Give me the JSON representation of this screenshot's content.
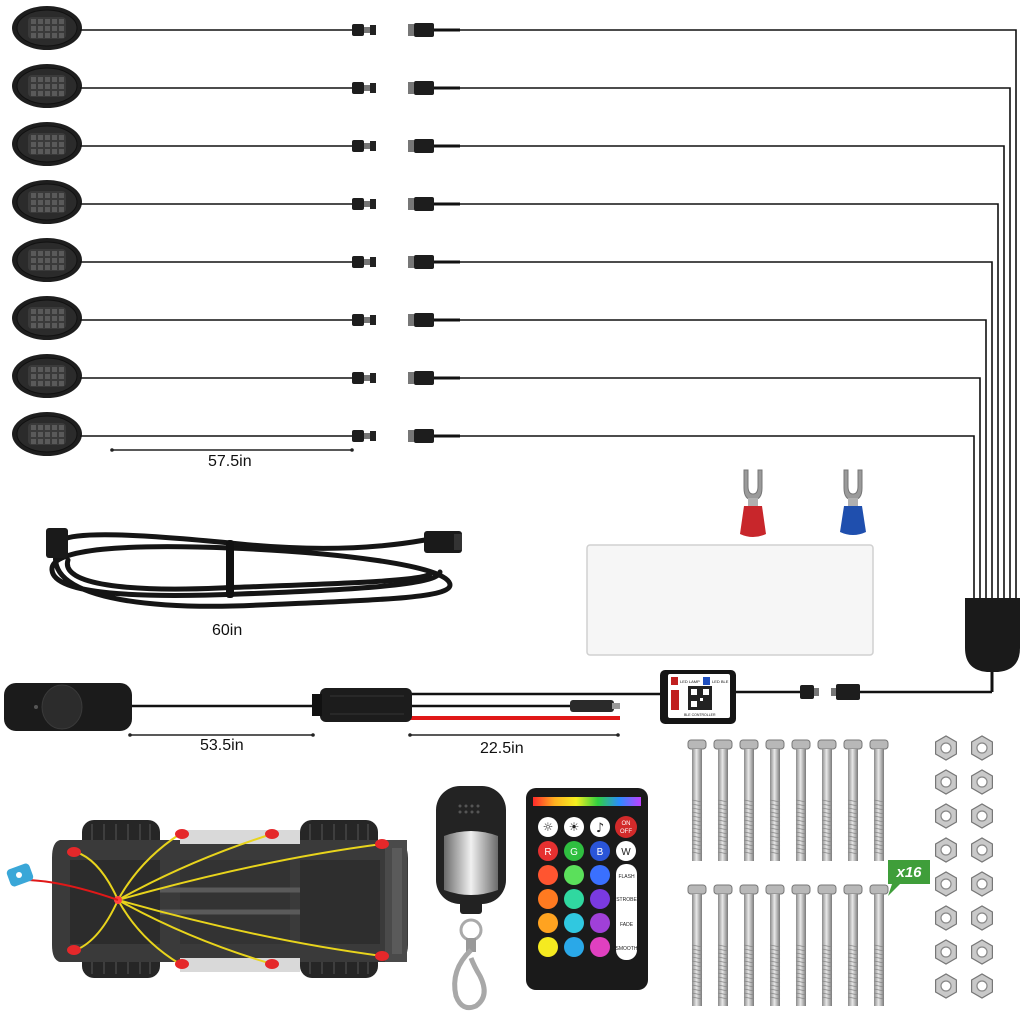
{
  "labels": {
    "pod_cable_length": "57.5in",
    "extension_cable_length": "60in",
    "switch_cable_length": "53.5in",
    "power_cable_length": "22.5in",
    "hardware_count": "x16"
  },
  "controller": {
    "line1": "LED LAMP",
    "line2": "LED BLE",
    "line3": "BLE CONTROLLER"
  },
  "remote": {
    "onoff_on": "ON",
    "onoff_off": "OFF",
    "r": "R",
    "g": "G",
    "b": "B",
    "w": "W",
    "flash": "FLASH",
    "strobe": "STROBE",
    "fade": "FADE",
    "smooth": "SMOOTH"
  },
  "colors": {
    "red_terminal": "#c8262b",
    "blue_terminal": "#1f4fae",
    "badge": "#3f9e3a",
    "car_wire": "#e8d41c",
    "car_light": "#e5282a"
  },
  "counts": {
    "led_pods": 8,
    "bolts": 16,
    "nuts": 16
  }
}
